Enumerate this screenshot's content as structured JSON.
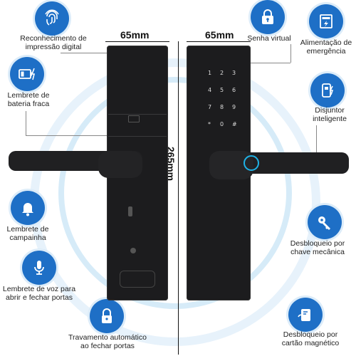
{
  "features": {
    "fingerprint": "Reconhecimento de\nimpressão digital",
    "battery": "Lembrete de\nbateria fraca",
    "bell": "Lembrete de\ncampainha",
    "voice": "Lembrete de voz para\nabrir e fechar portas",
    "autolock": "Travamento automático\nao fechar portas",
    "password": "Senha virtual",
    "emergency": "Alimentação de\nemergência",
    "breaker": "Disjuntor\ninteligente",
    "key": "Desbloqueio por\nchave mecânica",
    "card": "Desbloqueio por\ncartão magnético"
  },
  "dimensions": {
    "width_left": "65mm",
    "width_right": "65mm",
    "height": "265mm"
  },
  "keypad": [
    "1",
    "2",
    "3",
    "4",
    "5",
    "6",
    "7",
    "8",
    "9",
    "*",
    "0",
    "#"
  ],
  "colors": {
    "accent": "#1e6fc6",
    "lock_body": "#1c1c1e",
    "ring": "#d6ebf8"
  },
  "icons": [
    "fingerprint-icon",
    "battery-icon",
    "bell-icon",
    "microphone-icon",
    "padlock-icon",
    "lock-password-icon",
    "power-icon",
    "breaker-icon",
    "key-icon",
    "card-icon"
  ]
}
